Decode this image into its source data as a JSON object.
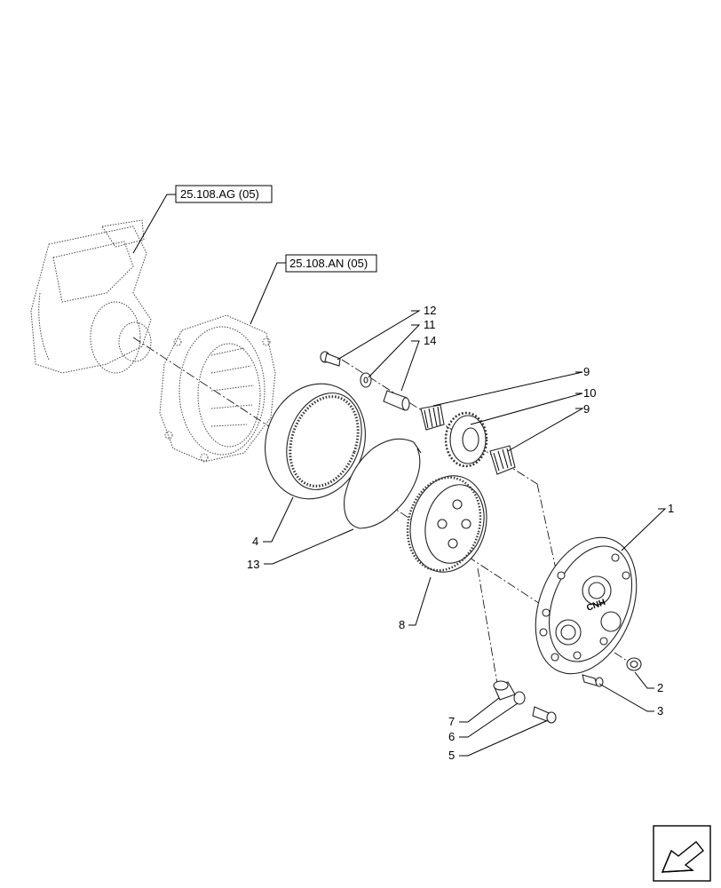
{
  "references": [
    {
      "id": "ref-1",
      "label": "25.108.AG (05)"
    },
    {
      "id": "ref-2",
      "label": "25.108.AN (05)"
    }
  ],
  "callouts": [
    {
      "label": "12"
    },
    {
      "label": "11"
    },
    {
      "label": "14"
    },
    {
      "label": "9"
    },
    {
      "label": "10"
    },
    {
      "label": "9"
    },
    {
      "label": "1"
    },
    {
      "label": "4"
    },
    {
      "label": "13"
    },
    {
      "label": "8"
    },
    {
      "label": "2"
    },
    {
      "label": "3"
    },
    {
      "label": "7"
    },
    {
      "label": "6"
    },
    {
      "label": "5"
    }
  ],
  "cover_logo": "CNH",
  "nav_icon": "arrow-left-icon"
}
